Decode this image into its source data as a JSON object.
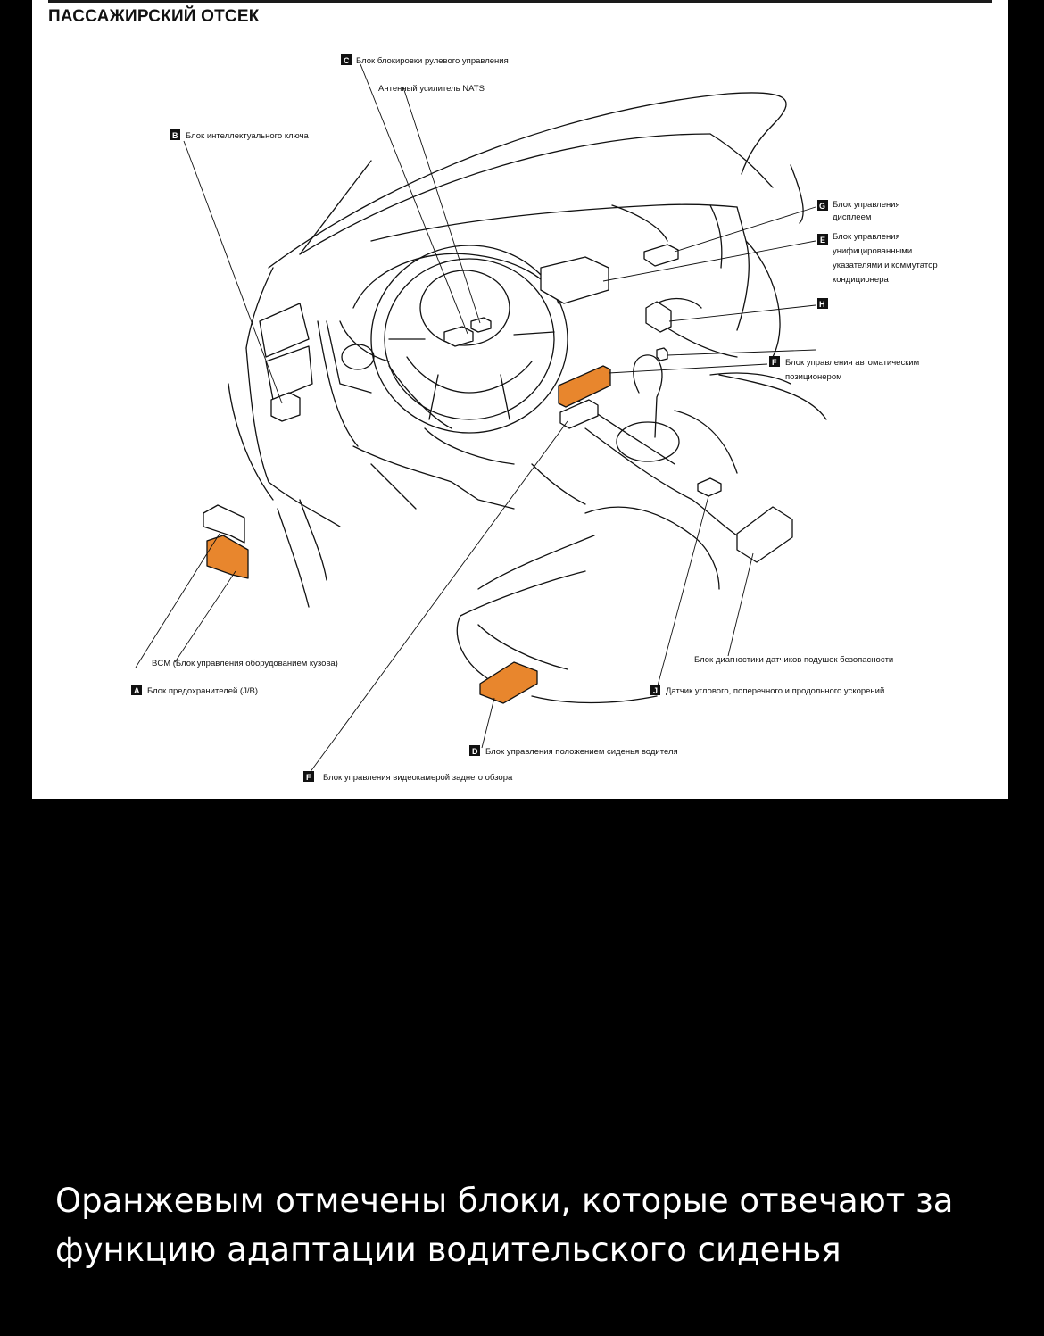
{
  "figure": {
    "title": "ПАССАЖИРСКИЙ ОТСЕК",
    "labels": {
      "c": {
        "badge": "C",
        "text": "Блок блокировки рулевого управления"
      },
      "nats": {
        "text": "Антенный усилитель NATS"
      },
      "b": {
        "badge": "B",
        "text": "Блок интеллектуального ключа"
      },
      "g": {
        "badge": "G",
        "lines": [
          "Блок управления",
          "дисплеем"
        ]
      },
      "e": {
        "badge": "E",
        "lines": [
          "Блок управления",
          "унифицированными",
          "указателями и коммутатор",
          "кондиционера"
        ]
      },
      "h": {
        "badge": "H"
      },
      "f_right": {
        "badge": "F",
        "lines": [
          "Блок управления автоматическим",
          "позиционером"
        ]
      },
      "bcm": {
        "text": "BCM (Блок управления оборудованием кузова)"
      },
      "a": {
        "badge": "A",
        "text": "Блок предохранителей (J/B)"
      },
      "airbag": {
        "text": "Блок диагностики датчиков подушек безопасности"
      },
      "j": {
        "badge": "J",
        "text": "Датчик углового, поперечного и продольного ускорений"
      },
      "d": {
        "badge": "D",
        "text": "Блок управления положением сиденья водителя"
      },
      "f_bottom": {
        "badge": "F",
        "text": "Блок управления видеокамерой заднего обзора"
      }
    },
    "colors": {
      "highlight": "#e8862d",
      "line": "#111111",
      "background": "#ffffff"
    }
  },
  "caption": "Оранжевым отмечены блоки, которые отвечают за функцию адаптации водительского сиденья"
}
